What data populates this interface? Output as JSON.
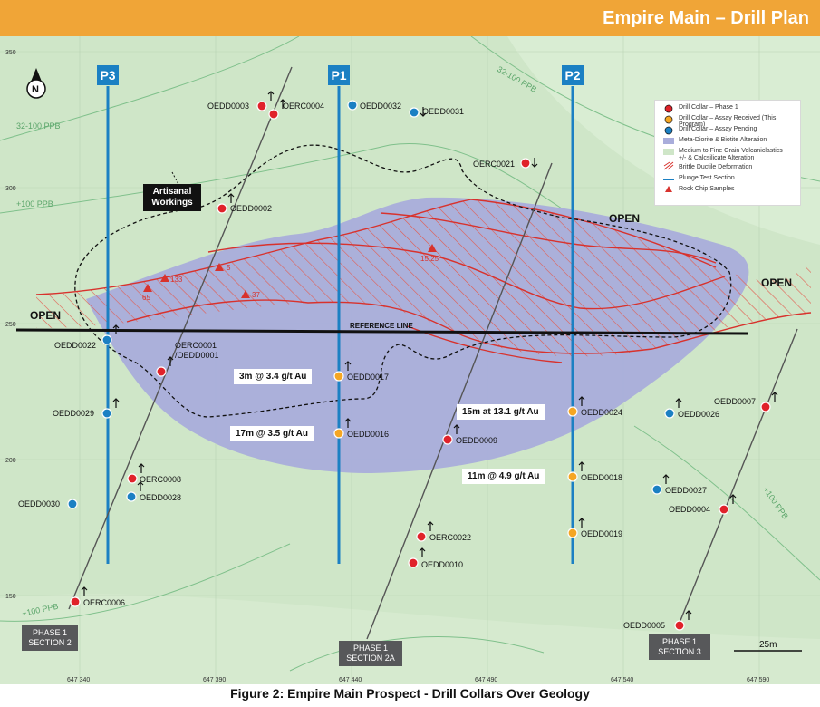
{
  "header": {
    "title": "Empire Main – Drill Plan",
    "color": "#f0a537"
  },
  "caption": "Figure 2: Empire Main Prospect - Drill Collars Over Geology",
  "colors": {
    "map_bg": "#cfe6c8",
    "alteration": "#a9addb",
    "phase1": "#e0222a",
    "assay_received": "#f5a623",
    "assay_pending": "#1b80c3",
    "section_line": "#1b80c3"
  },
  "north_arrow": "N",
  "scale_bar": "25m",
  "grid": {
    "y_labels": [
      "350",
      "300",
      "250",
      "200",
      "150"
    ],
    "x_labels": [
      "647 340",
      "647 390",
      "647 440",
      "647 490",
      "647 540",
      "647 590"
    ]
  },
  "contours": [
    "32-100 PPB",
    "32-100 PPB",
    "+100 PPB",
    "+100 PPB",
    "+100 PPB"
  ],
  "sections": [
    "P3",
    "P1",
    "P2"
  ],
  "phase_sections": [
    "PHASE 1\nSECTION 2",
    "PHASE 1\nSECTION 2A",
    "PHASE 1\nSECTION 3"
  ],
  "labels": {
    "open": "OPEN",
    "reference_line": "REFERENCE LINE",
    "artisanal": "Artisanal\nWorkings"
  },
  "legend": [
    {
      "label": "Drill Collar – Phase 1",
      "icon": "red-dot"
    },
    {
      "label": "Drill Collar – Assay Received (This Program)",
      "icon": "orange-dot"
    },
    {
      "label": "Drill Collar – Assay Pending",
      "icon": "blue-dot"
    },
    {
      "label": "Meta-Diorite & Biotite Alteration",
      "icon": "purple-fill"
    },
    {
      "label": "Medium to Fine Grain Volcaniclastics\n+/- & Calcsilicate Alteration",
      "icon": "green-fill"
    },
    {
      "label": "Brittle Ductile Deformation",
      "icon": "red-hatch"
    },
    {
      "label": "Plunge Test Section",
      "icon": "blue-line"
    },
    {
      "label": "Rock Chip Samples",
      "icon": "red-triangle"
    }
  ],
  "rock_chips": [
    "133",
    "5",
    "65",
    "37",
    "15.25"
  ],
  "callouts": [
    "3m @ 3.4 g/t Au",
    "17m @ 3.5 g/t Au",
    "15m at 13.1 g/t Au",
    "11m @ 4.9 g/t Au"
  ],
  "collars": [
    {
      "label": "OEDD0003",
      "type": "phase1"
    },
    {
      "label": "OERC0004",
      "type": "phase1"
    },
    {
      "label": "OEDD0032",
      "type": "pending"
    },
    {
      "label": "OEDD0031",
      "type": "pending"
    },
    {
      "label": "OERC0021",
      "type": "phase1"
    },
    {
      "label": "OEDD0002",
      "type": "phase1"
    },
    {
      "label": "OEDD0022",
      "type": "pending"
    },
    {
      "label": "OERC0001\n/OEDD0001",
      "type": "phase1"
    },
    {
      "label": "OEDD0017",
      "type": "received"
    },
    {
      "label": "OEDD0016",
      "type": "received"
    },
    {
      "label": "OEDD0029",
      "type": "pending"
    },
    {
      "label": "OEDD0024",
      "type": "received"
    },
    {
      "label": "OEDD0026",
      "type": "pending"
    },
    {
      "label": "OEDD0007",
      "type": "phase1"
    },
    {
      "label": "OEDD0009",
      "type": "phase1"
    },
    {
      "label": "OERC0008",
      "type": "phase1"
    },
    {
      "label": "OEDD0028",
      "type": "pending"
    },
    {
      "label": "OEDD0018",
      "type": "received"
    },
    {
      "label": "OEDD0027",
      "type": "pending"
    },
    {
      "label": "OEDD0030",
      "type": "pending"
    },
    {
      "label": "OEDD0004",
      "type": "phase1"
    },
    {
      "label": "OEDD0019",
      "type": "received"
    },
    {
      "label": "OERC0022",
      "type": "phase1"
    },
    {
      "label": "OEDD0010",
      "type": "phase1"
    },
    {
      "label": "OERC0006",
      "type": "phase1"
    },
    {
      "label": "OEDD0005",
      "type": "phase1"
    }
  ]
}
